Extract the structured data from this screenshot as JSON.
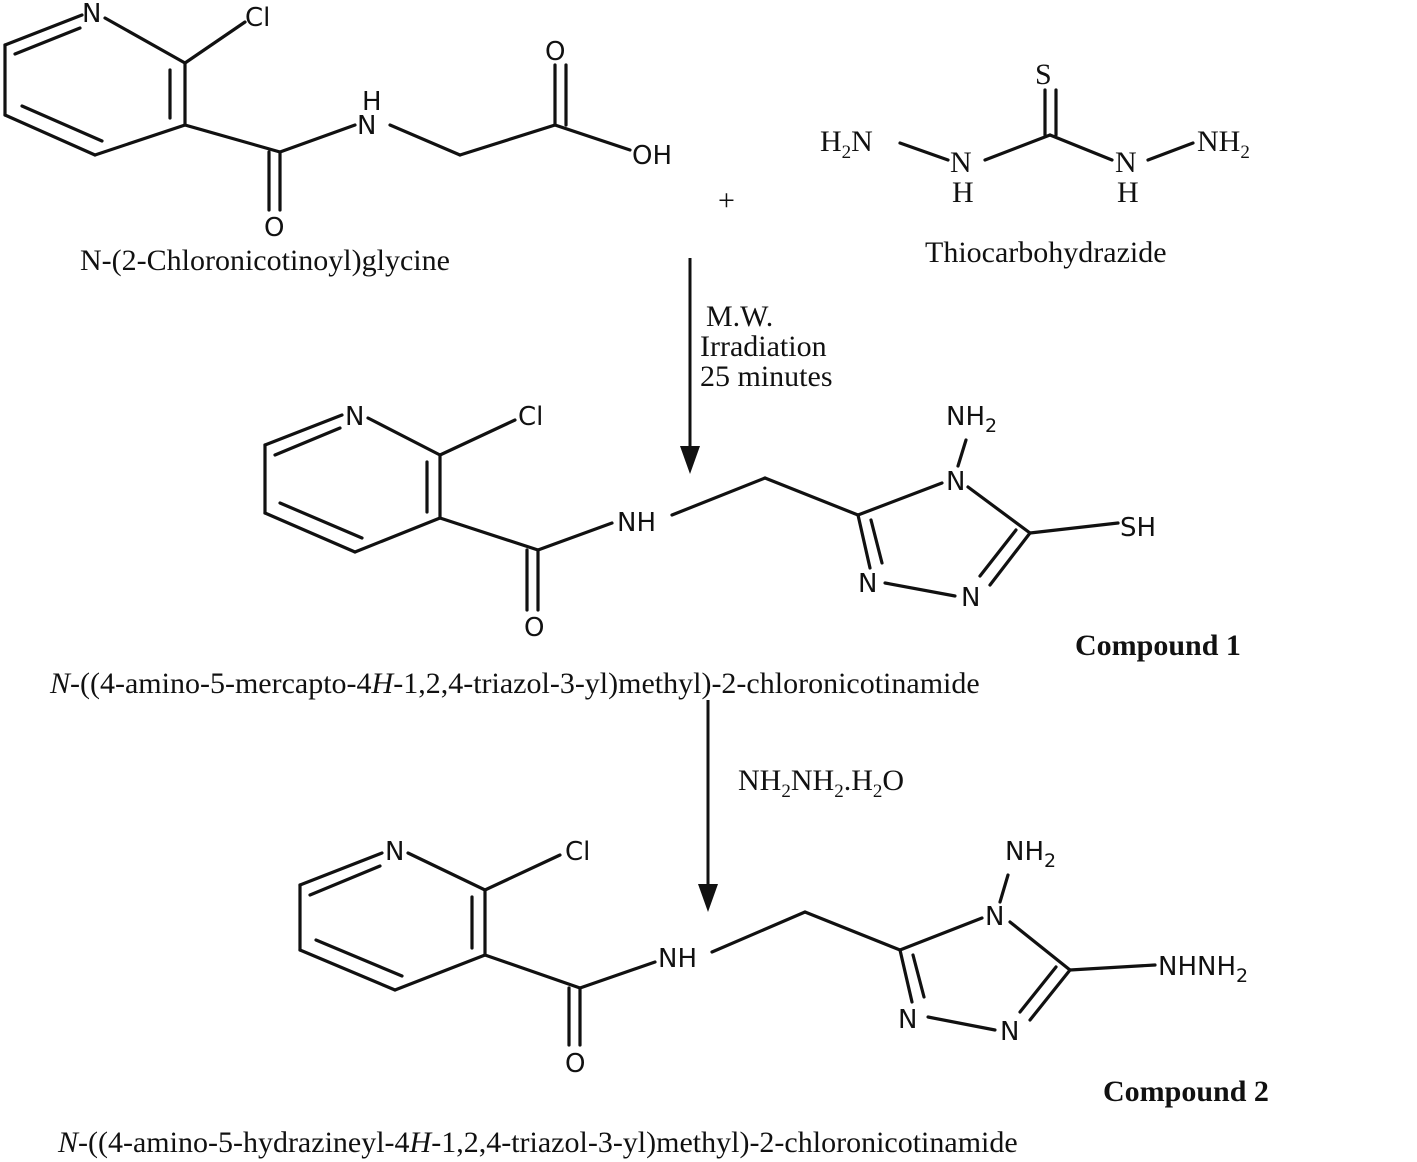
{
  "reactant1": {
    "name": "N-(2-Chloronicotinoyl)glycine",
    "atoms": {
      "n": "N",
      "cl": "Cl",
      "nh_h": "H",
      "nh_n": "N",
      "o_carbonyl": "O",
      "o_acid": "O",
      "oh": "OH"
    }
  },
  "plus": "+",
  "reactant2": {
    "name": "Thiocarbohydrazide",
    "atoms": {
      "s": "S",
      "h": "H",
      "n": "N",
      "two": "2"
    }
  },
  "step1": {
    "line1": "M.W.",
    "line2": "Irradiation",
    "line3": "25 minutes"
  },
  "compound1": {
    "label": "Compound 1",
    "name_italic": "N",
    "name_mid": "-((4-amino-5-mercapto-4",
    "name_italic2": "H",
    "name_end": "-1,2,4-triazol-3-yl)methyl)-2-chloronicotinamide",
    "atoms": {
      "n": "N",
      "cl": "Cl",
      "nh": "NH",
      "o": "O",
      "nh2": "NH",
      "two": "2",
      "sh": "SH"
    }
  },
  "step2": {
    "reagent_nh": "NH",
    "reagent_nh2": "NH",
    "reagent_h": "H",
    "reagent_o": "O",
    "reagent_dot": ".",
    "two": "2"
  },
  "compound2": {
    "label": "Compound 2",
    "name_italic": "N",
    "name_mid": "-((4-amino-5-hydrazineyl-4",
    "name_italic2": "H",
    "name_end": "-1,2,4-triazol-3-yl)methyl)-2-chloronicotinamide",
    "atoms": {
      "n": "N",
      "cl": "Cl",
      "nh": "NH",
      "o": "O",
      "nh2": "NH",
      "two": "2",
      "nhnh": "NHNH"
    }
  }
}
